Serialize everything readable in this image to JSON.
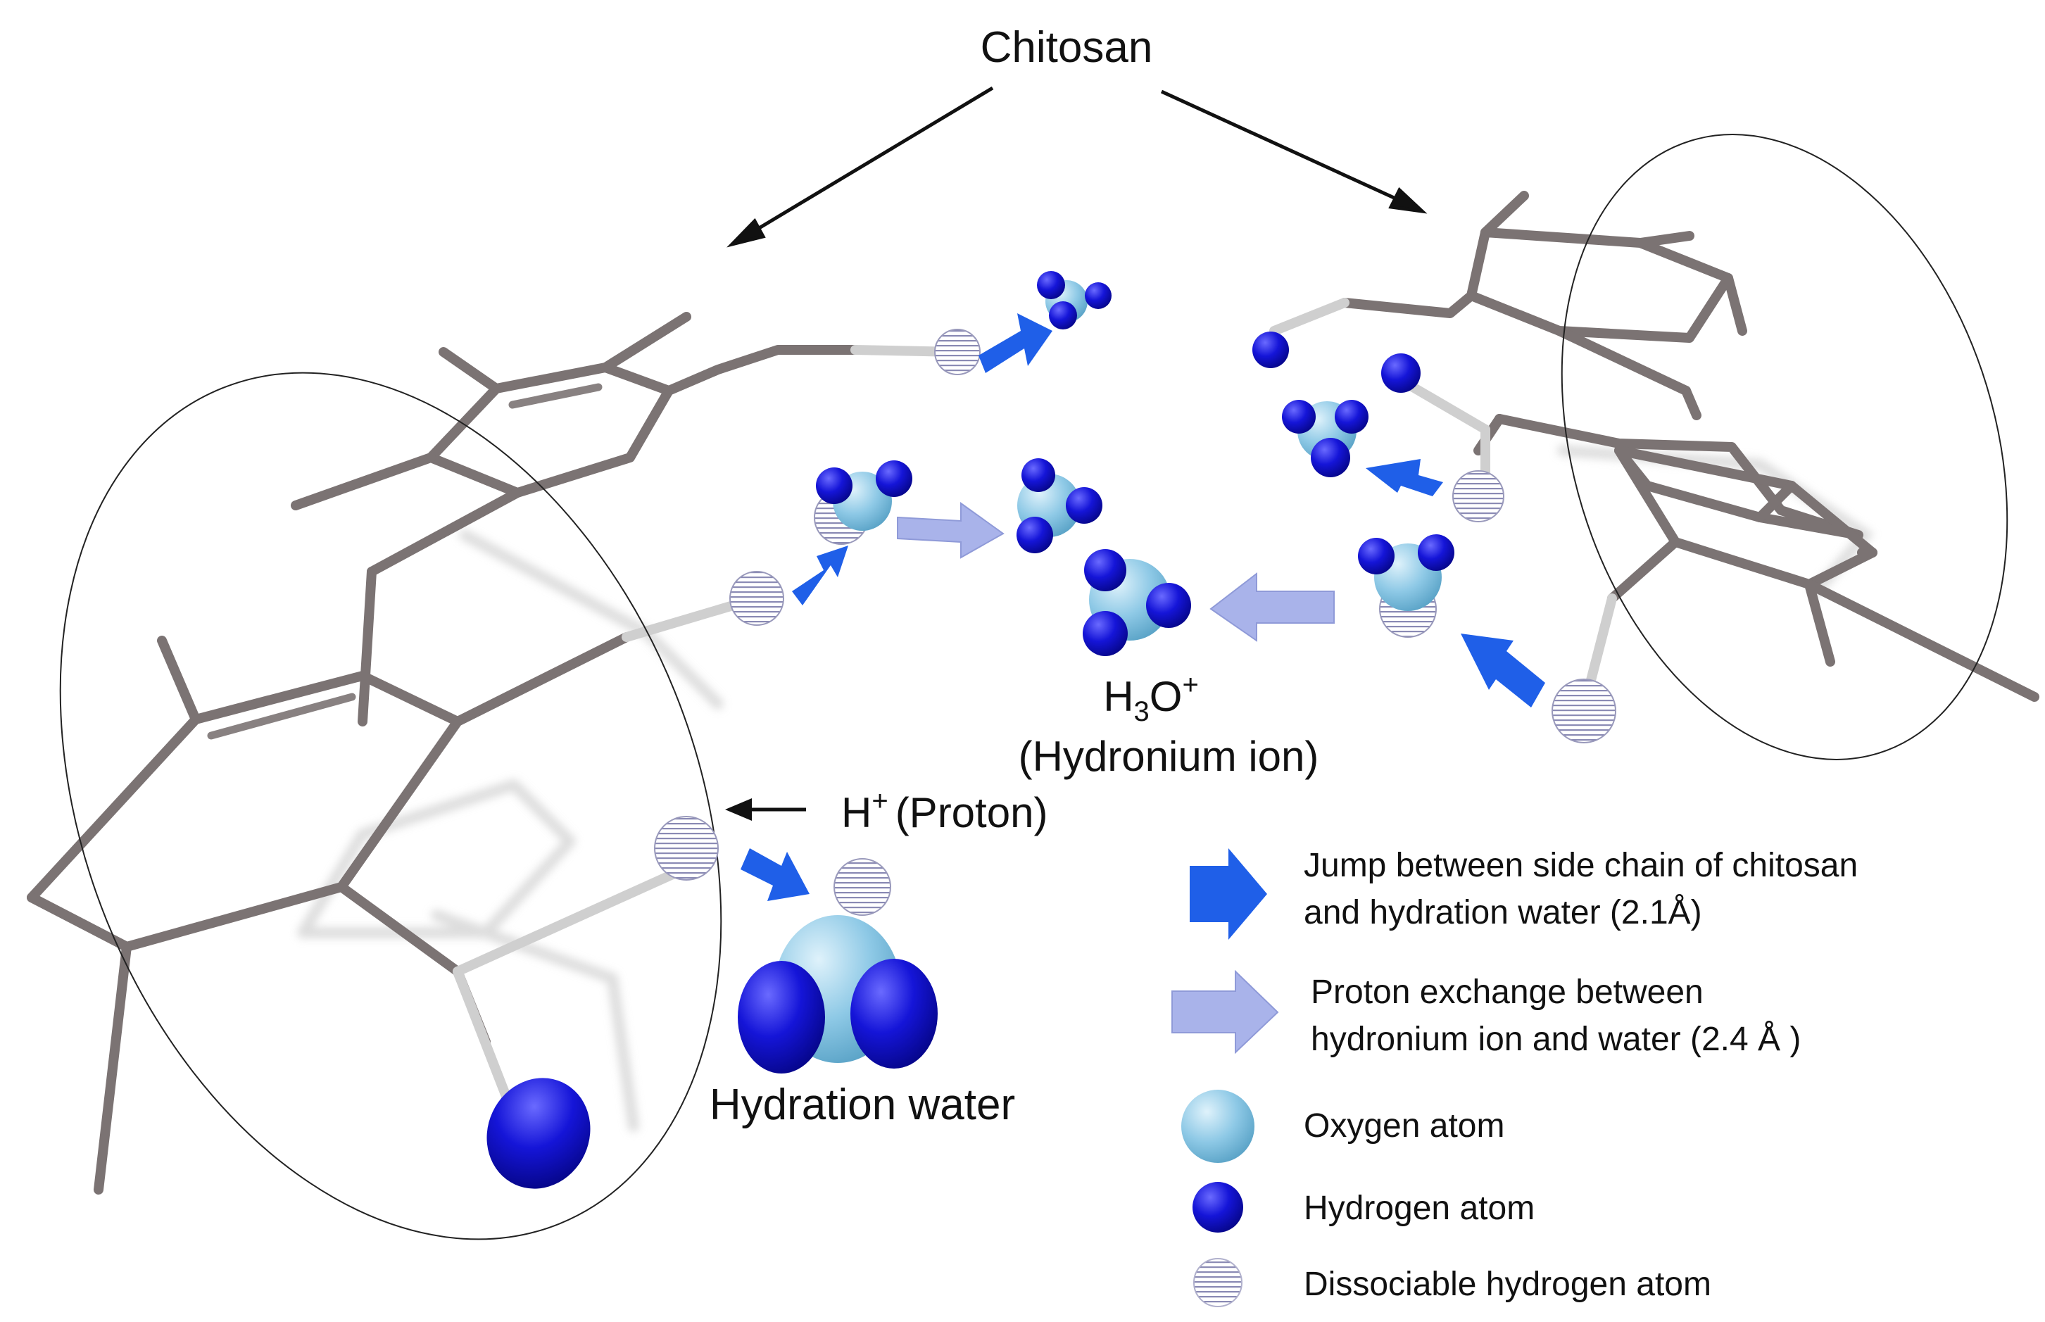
{
  "title_label": "Chitosan",
  "hydronium": {
    "formula_main": "H",
    "formula_sub": "3",
    "formula_o": "O",
    "formula_sup": "+",
    "name": "(Hydronium ion)"
  },
  "proton": {
    "symbol": "H",
    "sup": "+",
    "name": "(Proton)"
  },
  "hydration_water_label": "Hydration water",
  "legend": {
    "jump_line1": "Jump between side chain of chitosan",
    "jump_line2": "and hydration water (2.1Å)",
    "exchange_line1": "Proton exchange between",
    "exchange_line2": "hydronium ion and water (2.4 Å )",
    "oxygen": "Oxygen atom",
    "hydrogen": "Hydrogen atom",
    "dissociable": "Dissociable hydrogen atom"
  },
  "colors": {
    "oxygen": "#8ec9e6",
    "hydrogen": "#1212d6",
    "jump_arrow": "#1f5fe8",
    "exchange_arrow": "#a9b3ea",
    "chitosan_bond": "#7b7373",
    "side_chain_bond": "#c9c9c9"
  }
}
